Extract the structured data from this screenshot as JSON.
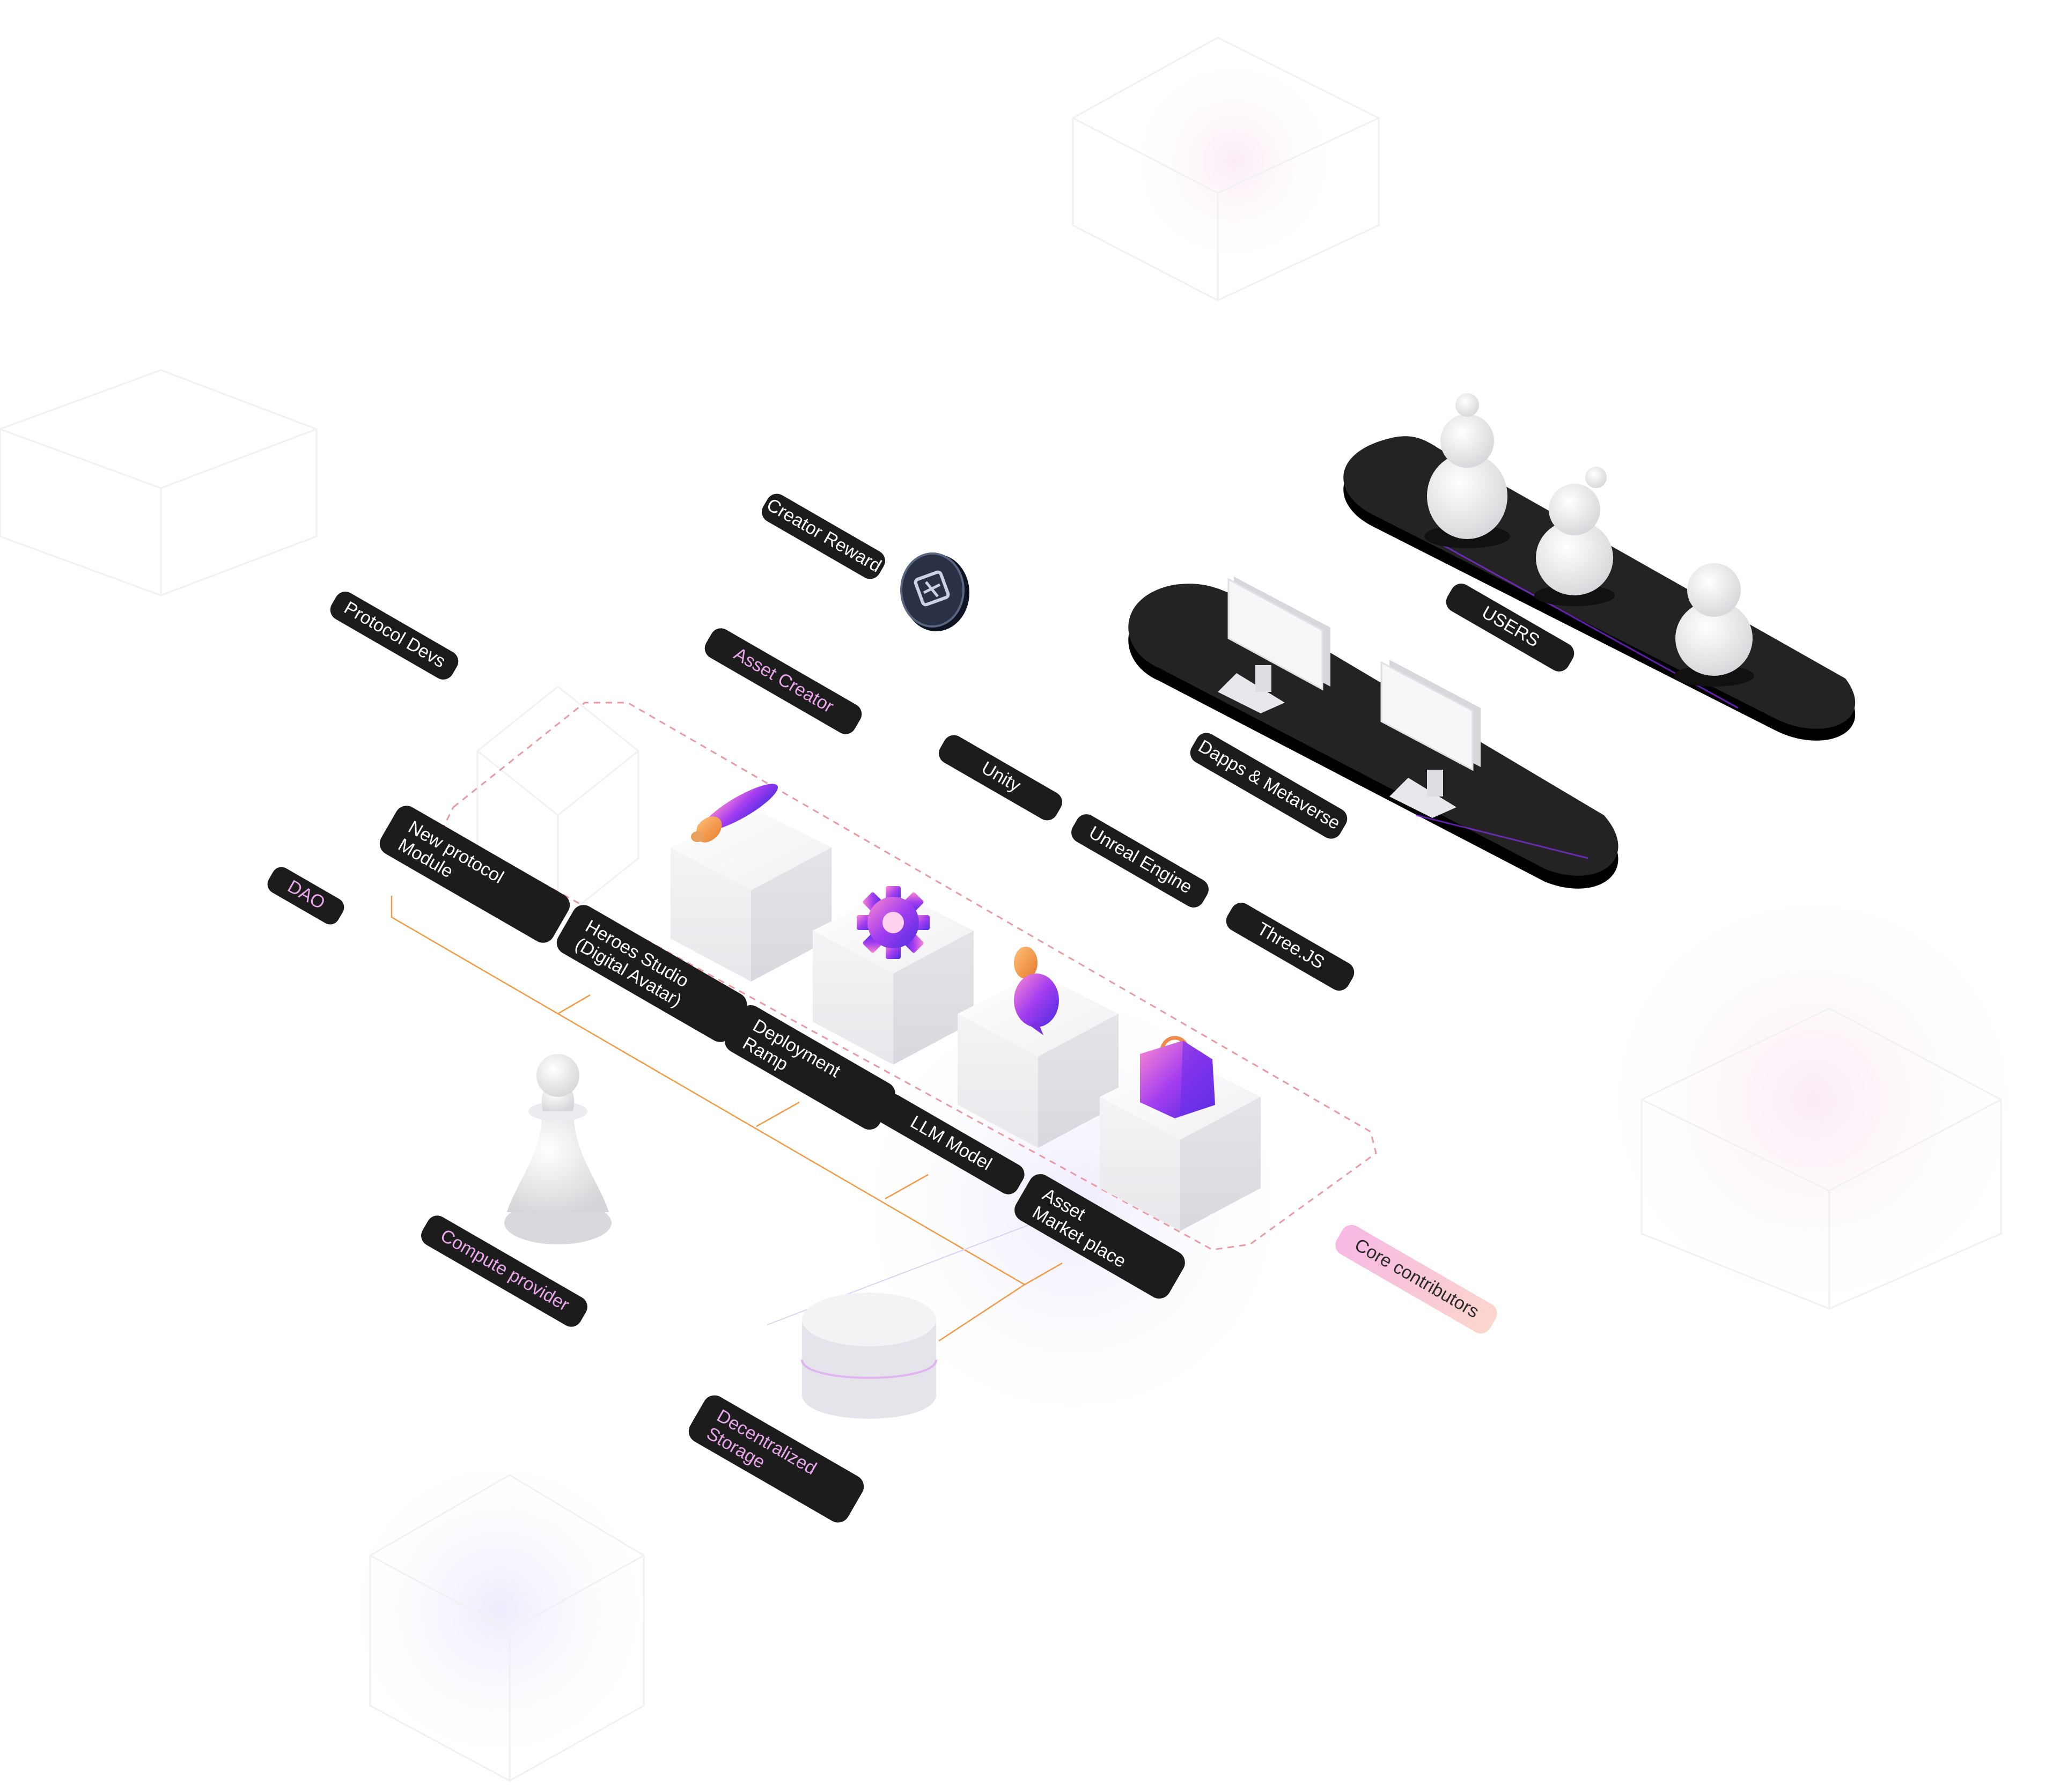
{
  "labels": {
    "creator_reward": "Creator Reward",
    "protocol_devs": "Protocol Devs",
    "asset_creator": "Asset Creator",
    "users": "USERS",
    "unity": "Unity",
    "dapps_metaverse": "Dapps & Metaverse",
    "unreal_engine": "Unreal Engine",
    "three_js": "Three.JS",
    "dao": "DAO",
    "new_protocol_module": [
      "New protocol",
      "Module"
    ],
    "heroes_studio": [
      "Heroes Studio",
      "(Digital Avatar)"
    ],
    "deployment_ramp": [
      "Deployment",
      "Ramp"
    ],
    "llm_model": "LLM Model",
    "asset_marketplace": [
      "Asset",
      "Market place"
    ],
    "compute_provider": "Compute provider",
    "decentralized_storage": [
      "Decentralized",
      "Storage"
    ],
    "core_contributors": "Core contributors"
  },
  "colors": {
    "label_bg": "#1c1c1c",
    "label_text_white": "#ffffff",
    "label_text_pink": "#e7a6e8",
    "accent_purple": "#8b2cf0",
    "accent_orange": "#f29a45",
    "dashed_pink": "#ea9aa4",
    "core_pill_bg": "#f9c8e0"
  },
  "icons": [
    "paintbrush-icon",
    "gear-icon",
    "chat-bubble-icon",
    "shopping-bag-icon",
    "coin-logo-icon",
    "pawn-icon",
    "storage-disk-icon",
    "monitor-icon",
    "user-figure-icon"
  ]
}
